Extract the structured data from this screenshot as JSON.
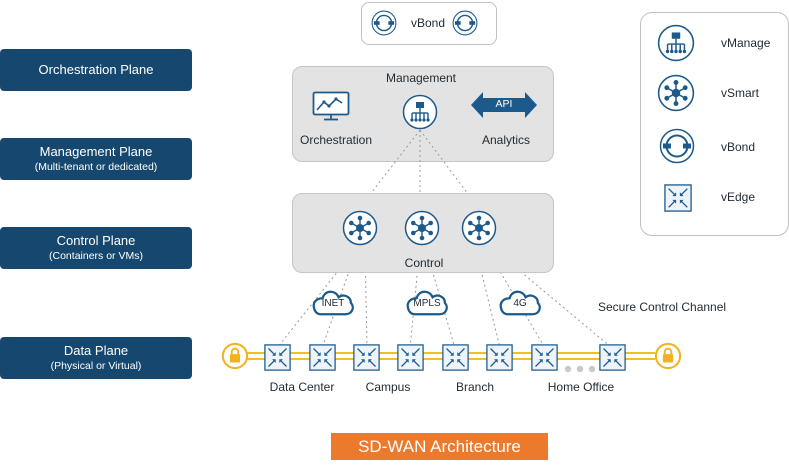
{
  "planes": [
    {
      "title": "Orchestration Plane",
      "subtitle": ""
    },
    {
      "title": "Management Plane",
      "subtitle": "(Multi-tenant or dedicated)"
    },
    {
      "title": "Control Plane",
      "subtitle": "(Containers or VMs)"
    },
    {
      "title": "Data Plane",
      "subtitle": "(Physical or Virtual)"
    }
  ],
  "vbond_top": {
    "label": "vBond",
    "icon": "vbond-icon"
  },
  "management": {
    "title": "Management",
    "orchestration": "Orchestration",
    "analytics": "Analytics",
    "api": "API",
    "icons": [
      "monitor-chart-icon",
      "vmanage-icon",
      "api-arrow-icon"
    ]
  },
  "control": {
    "label": "Control",
    "icon": "vsmart-icon",
    "count": 3
  },
  "transports": [
    "INET",
    "MPLS",
    "4G"
  ],
  "secure_channel": "Secure Control Channel",
  "sites": [
    "Data Center",
    "Campus",
    "Branch",
    "Home Office"
  ],
  "legend": [
    {
      "label": "vManage",
      "icon": "vmanage-icon"
    },
    {
      "label": "vSmart",
      "icon": "vsmart-icon"
    },
    {
      "label": "vBond",
      "icon": "vbond-icon"
    },
    {
      "label": "vEdge",
      "icon": "vedge-icon"
    }
  ],
  "footer": "SD-WAN Architecture",
  "colors": {
    "plane_bg": "#16486f",
    "icon_blue": "#1c5a8c",
    "data_line": "#f2c01e",
    "lock": "#f2b21a",
    "footer_bg": "#ec7a2d",
    "panel_bg": "#e3e3e3"
  }
}
